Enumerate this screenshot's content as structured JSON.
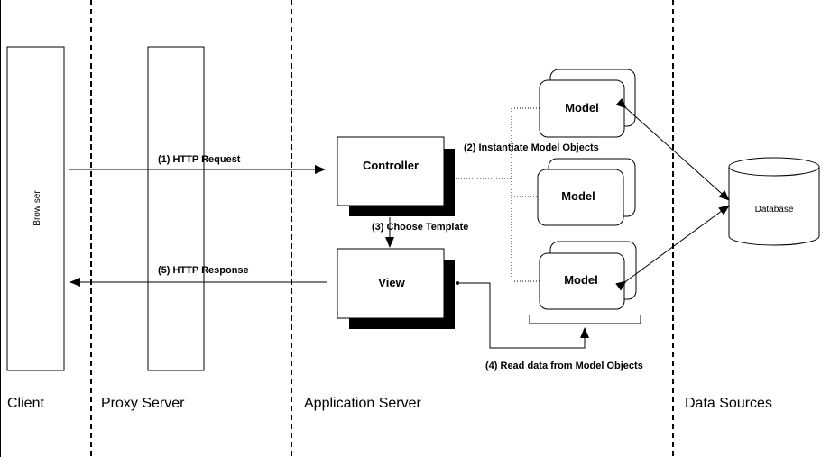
{
  "zones": {
    "client": "Client",
    "proxy": "Proxy Server",
    "app": "Application Server",
    "data": "Data Sources"
  },
  "nodes": {
    "browser": "Brow ser",
    "controller": "Controller",
    "view": "View",
    "model_top": "Model",
    "model_mid": "Model",
    "model_bottom": "Model",
    "database": "Database"
  },
  "steps": {
    "s1": "(1) HTTP Request",
    "s2": "(2) Instantiate Model Objects",
    "s3": "(3) Choose Template",
    "s4": "(4) Read data from Model Objects",
    "s5": "(5) HTTP Response"
  }
}
